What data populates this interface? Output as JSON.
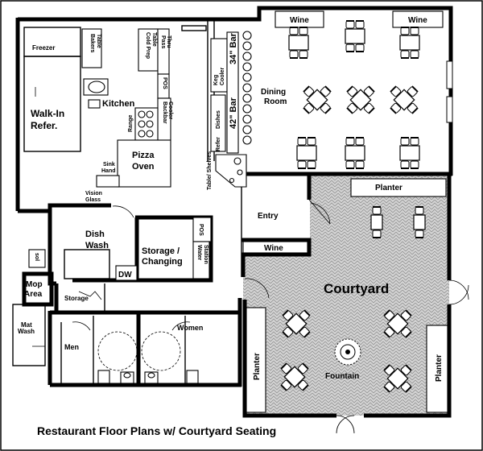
{
  "caption": "Restaurant Floor Plans w/ Courtyard Seating",
  "colors": {
    "line": "#000000",
    "paper": "#ffffff",
    "paving": "#d2d2d2"
  },
  "rooms": {
    "freezer": "Freezer",
    "walk_in_1": "Walk-In",
    "walk_in_2": "Refer.",
    "bakers_table_1": "Bakers",
    "bakers_table_2": "Table",
    "cold_prep_1": "Cold Prep",
    "cold_prep_2": "Table",
    "pass_thru_1": "Pass",
    "pass_thru_2": "Thru",
    "pos_kitchen": "POS",
    "kitchen": "Kitchen",
    "range": "Range",
    "backbar_cooler_1": "Backbar",
    "backbar_cooler_2": "Cooler",
    "keg_cooler_1": "Keg",
    "keg_cooler_2": "Cooler",
    "dishes": "Dishes",
    "refer": "Refer",
    "table_shelves": "Table/ Shelves",
    "bar_34": "34\" Bar",
    "bar_42": "42\" Bar",
    "dining_room_1": "Dining",
    "dining_room_2": "Room",
    "wine_top_left": "Wine",
    "wine_top_right": "Wine",
    "wine_entry": "Wine",
    "pizza_oven_1": "Pizza",
    "pizza_oven_2": "Oven",
    "sink_hand_1": "Sink",
    "sink_hand_2": "Hand",
    "vision_glass_1": "Vision",
    "vision_glass_2": "Glass",
    "dish_wash_1": "Dish",
    "dish_wash_2": "Wash",
    "dw": "DW",
    "storage_changing_1": "Storage /",
    "storage_changing_2": "Changing",
    "pos_storage": "POS",
    "water_station_1": "Water",
    "water_station_2": "Station",
    "sol": "sol",
    "mop_area_1": "Mop",
    "mop_area_2": "Area",
    "mat_wash_1": "Mat",
    "mat_wash_2": "Wash",
    "storage": "Storage",
    "men": "Men",
    "women": "Women",
    "entry": "Entry",
    "planter_top": "Planter",
    "planter_left": "Planter",
    "planter_right": "Planter",
    "courtyard": "Courtyard",
    "fountain": "Fountain"
  }
}
